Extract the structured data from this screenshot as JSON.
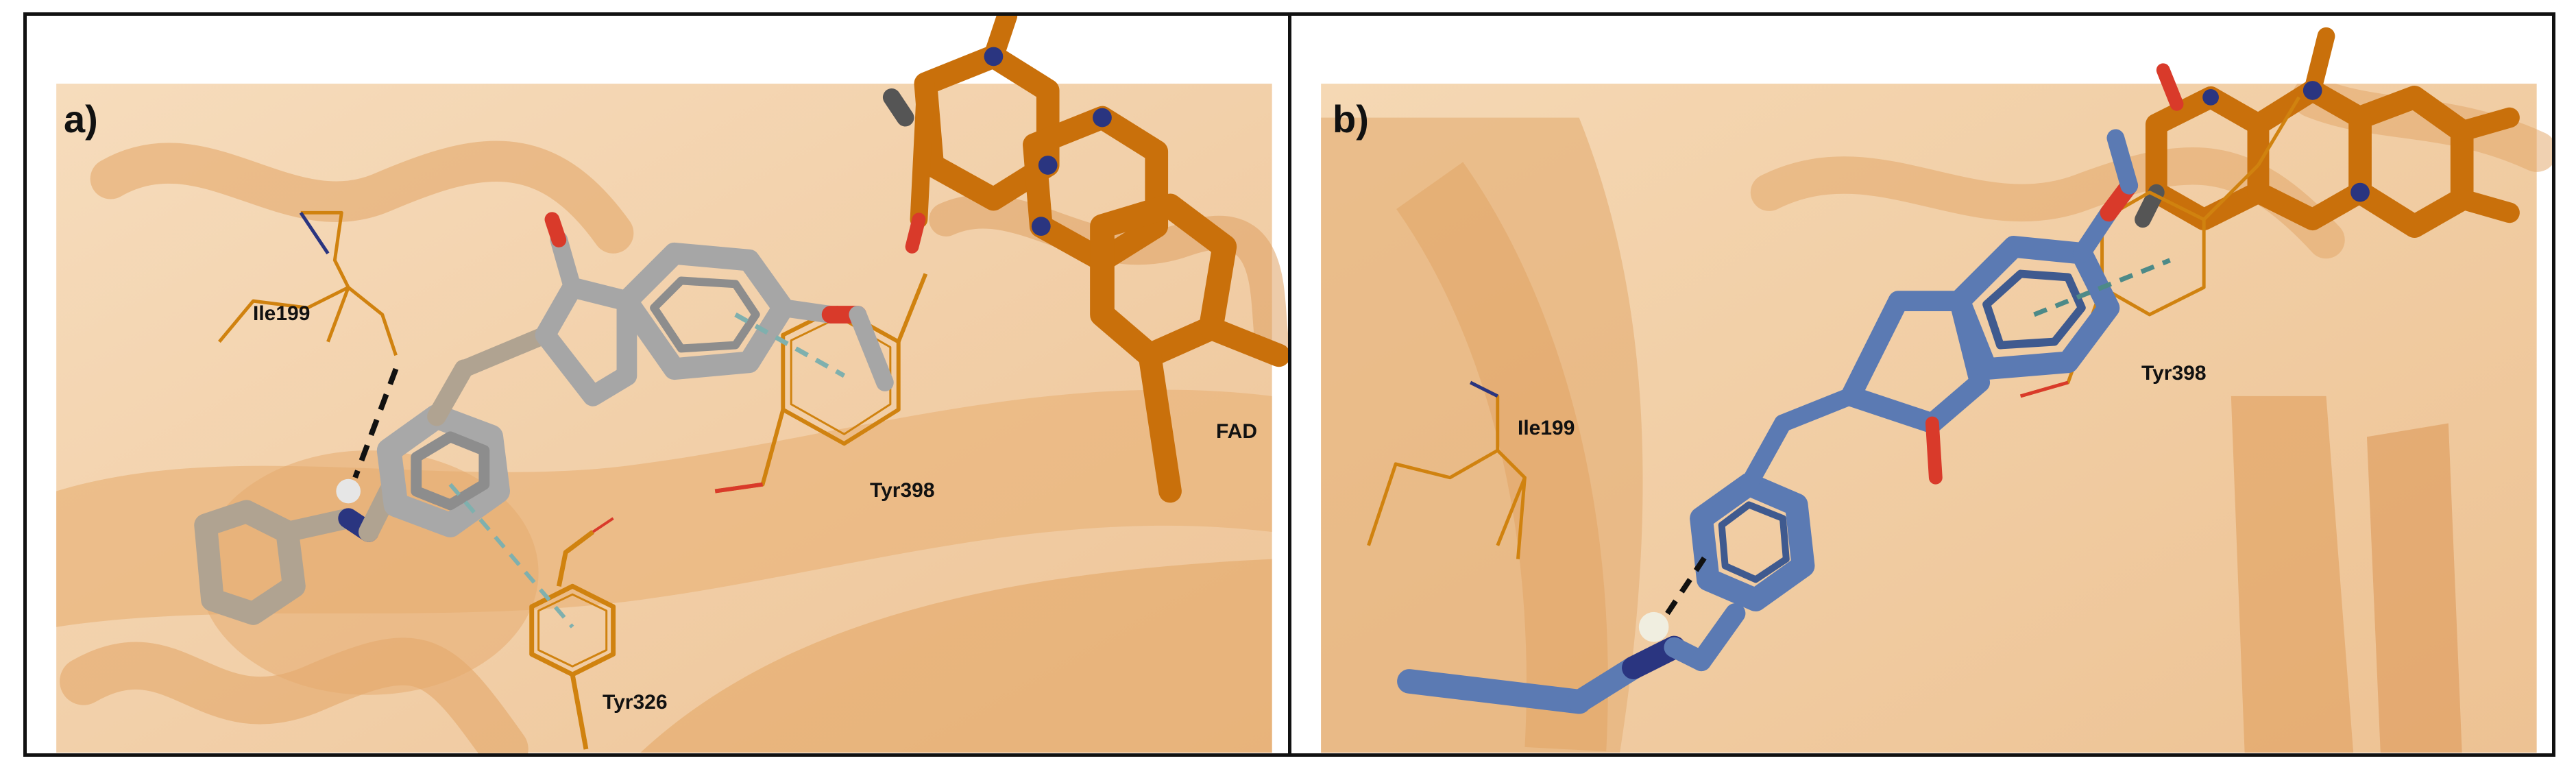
{
  "figure": {
    "panels": [
      {
        "id": "a",
        "label": "a)",
        "residues": [
          {
            "name": "Ile199"
          },
          {
            "name": "Tyr398"
          },
          {
            "name": "Tyr326"
          },
          {
            "name": "FAD"
          }
        ]
      },
      {
        "id": "b",
        "label": "b)",
        "residues": [
          {
            "name": "Ile199"
          },
          {
            "name": "Tyr398"
          }
        ]
      }
    ],
    "colors": {
      "protein": "#f0c898",
      "protein_shade": "#e3a96a",
      "fad_carbon": "#c9700b",
      "residue_line": "#d0820f",
      "ligand_a": "#b0a391",
      "ligand_a_ring": "#9a9a9a",
      "ligand_b": "#5b7ab3",
      "nitrogen": "#2a3580",
      "oxygen": "#d93a2a",
      "hbond": "#111111",
      "pi_stack": "#7fb0ae"
    }
  }
}
